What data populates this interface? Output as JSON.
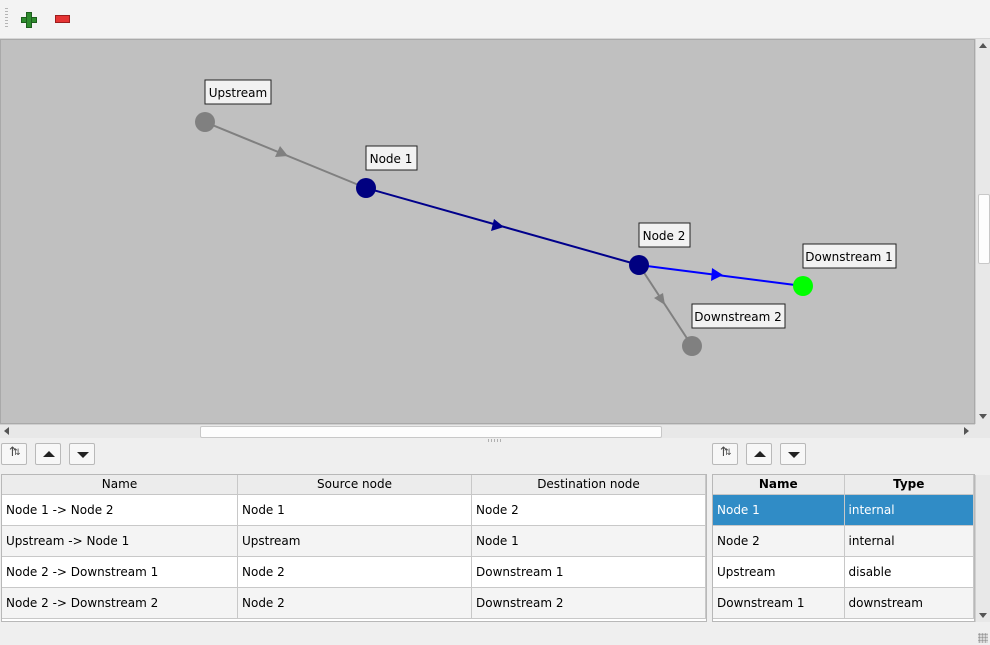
{
  "toolbar": {
    "add_icon": "plus-icon",
    "remove_icon": "minus-icon"
  },
  "graph": {
    "nodes": [
      {
        "id": "upstream",
        "label": "Upstream",
        "color": "#808080"
      },
      {
        "id": "node1",
        "label": "Node 1",
        "color": "#000080"
      },
      {
        "id": "node2",
        "label": "Node 2",
        "color": "#000080"
      },
      {
        "id": "downstream1",
        "label": "Downstream 1",
        "color": "#00ff00"
      },
      {
        "id": "downstream2",
        "label": "Downstream 2",
        "color": "#808080"
      }
    ],
    "edge_colors": {
      "inactive": "#808080",
      "active": "#00008b",
      "highlight": "#0000ff"
    }
  },
  "connections_table": {
    "headers": [
      "Name",
      "Source node",
      "Destination node"
    ],
    "rows": [
      [
        "Node 1 -> Node 2",
        "Node 1",
        "Node 2"
      ],
      [
        "Upstream -> Node 1",
        "Upstream",
        "Node 1"
      ],
      [
        "Node 2 -> Downstream 1",
        "Node 2",
        "Downstream 1"
      ],
      [
        "Node 2 -> Downstream 2",
        "Node 2",
        "Downstream 2"
      ]
    ]
  },
  "nodes_table": {
    "headers": [
      "Name",
      "Type"
    ],
    "rows": [
      [
        "Node 1",
        "internal"
      ],
      [
        "Node 2",
        "internal"
      ],
      [
        "Upstream",
        "disable"
      ],
      [
        "Downstream 1",
        "downstream"
      ]
    ],
    "selected_row": 0
  },
  "colors": {
    "selection": "#308cc6",
    "canvas": "#c0c0c0"
  }
}
